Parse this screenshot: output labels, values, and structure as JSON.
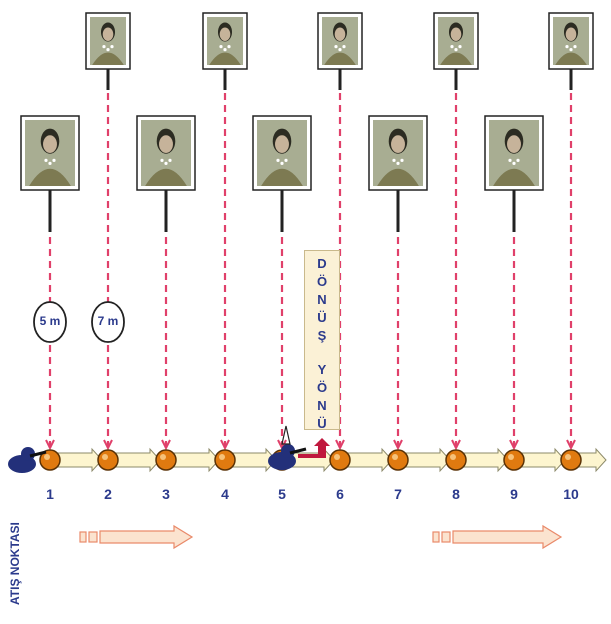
{
  "stations": [
    "1",
    "2",
    "3",
    "4",
    "5",
    "6",
    "7",
    "8",
    "9",
    "10"
  ],
  "distance_markers": [
    "5 m",
    "7 m"
  ],
  "direction_label": "DÖNÜŞ YÖNÜ",
  "firing_point_label": "ATIŞ NOKTASI",
  "colors": {
    "dashed_line": "#e0406a",
    "station_fill": "#e07a10",
    "track_fill": "#fdf5cf",
    "label_text": "#2b3a8c",
    "arrow_fill": "#fbe3cf",
    "arrow_stroke": "#e98a6a",
    "shooter": "#23307a"
  },
  "icons": [
    "shooter-icon",
    "target-card-icon",
    "turn-arrow-icon"
  ]
}
